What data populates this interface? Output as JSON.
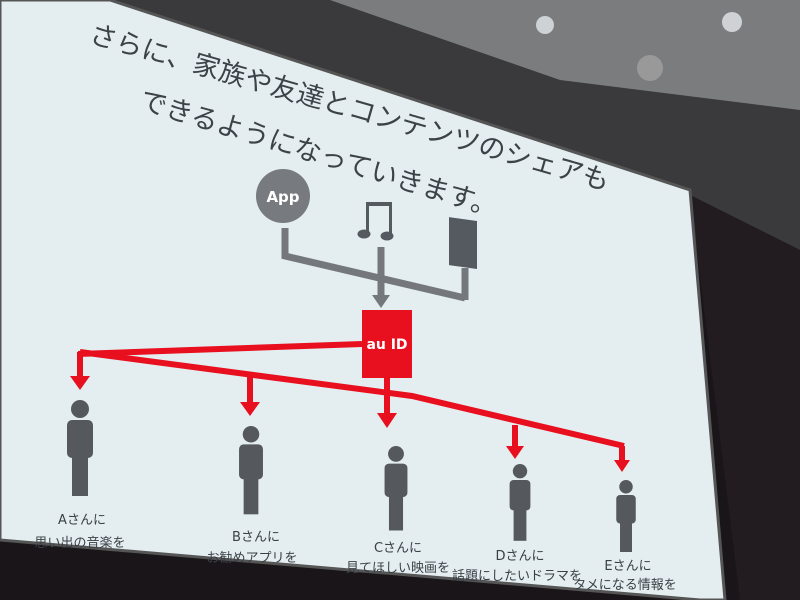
{
  "slide": {
    "title_line1": "さらに、家族や友達とコンテンツのシェアも",
    "title_line2": "できるようになっていきます。",
    "app_label": "App",
    "hub_label": "au ID",
    "icons": [
      "app-icon",
      "music-note-icon",
      "film-icon"
    ],
    "recipients": [
      {
        "name": "Aさんに",
        "content": "思い出の音楽を"
      },
      {
        "name": "Bさんに",
        "content": "お勧めアプリを"
      },
      {
        "name": "Cさんに",
        "content": "見てほしい映画を"
      },
      {
        "name": "Dさんに",
        "content": "話題にしたいドラマを"
      },
      {
        "name": "Eさんに",
        "content": "タメになる情報を"
      }
    ],
    "colors": {
      "accent": "#e8101e",
      "gray": "#6d7175",
      "screen": "#e6eff2"
    }
  }
}
